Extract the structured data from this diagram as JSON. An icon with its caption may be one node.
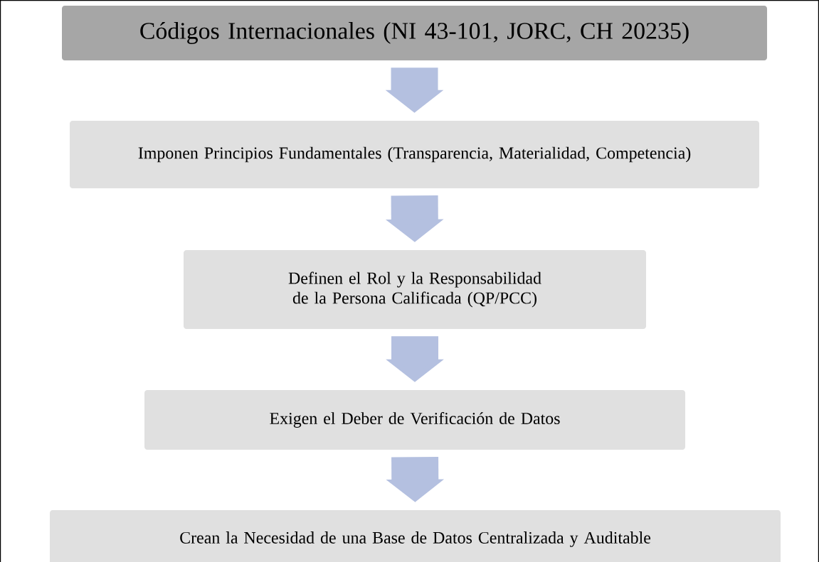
{
  "diagram": {
    "nodes": [
      {
        "text": [
          "Códigos Internacionales (NI 43-101, JORC, CH 20235)"
        ]
      },
      {
        "text": [
          "Imponen Principios Fundamentales (Transparencia, Materialidad, Competencia)"
        ]
      },
      {
        "text": [
          "Definen el Rol y la Responsabilidad de la Persona Calificada (QP/PCC)"
        ]
      },
      {
        "text": [
          "Exigen el Deber de Verificación de Datos"
        ]
      },
      {
        "text": [
          "Crean la Necesidad de una Base de Datos Centralizada y Auditable"
        ]
      }
    ],
    "edges": [
      {
        "from": 0,
        "to": 1,
        "arrow": "to"
      },
      {
        "from": 1,
        "to": 2,
        "arrow": "to"
      },
      {
        "from": 2,
        "to": 3,
        "arrow": "to"
      },
      {
        "from": 3,
        "to": 4,
        "arrow": "to"
      }
    ]
  }
}
